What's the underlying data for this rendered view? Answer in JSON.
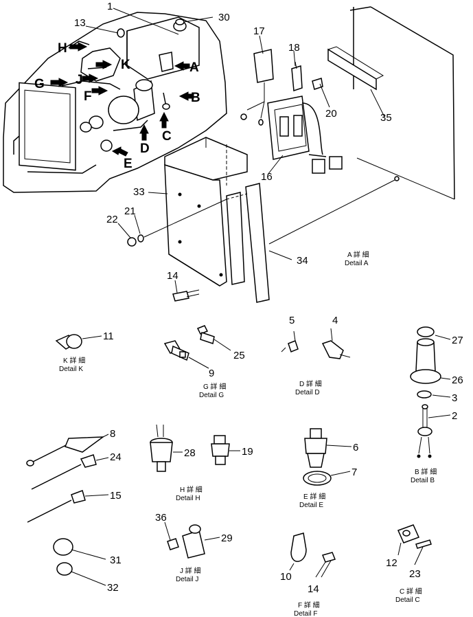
{
  "callouts": {
    "n1": "1",
    "n2": "2",
    "n3": "3",
    "n4": "4",
    "n5": "5",
    "n6": "6",
    "n7": "7",
    "n8": "8",
    "n9": "9",
    "n10": "10",
    "n11": "11",
    "n12": "12",
    "n13": "13",
    "n14a": "14",
    "n14b": "14",
    "n15": "15",
    "n16": "16",
    "n17": "17",
    "n18": "18",
    "n19": "19",
    "n20": "20",
    "n21": "21",
    "n22": "22",
    "n23": "23",
    "n24": "24",
    "n25": "25",
    "n26": "26",
    "n27": "27",
    "n28": "28",
    "n29": "29",
    "n30": "30",
    "n31": "31",
    "n32": "32",
    "n33": "33",
    "n34": "34",
    "n35": "35",
    "n36": "36"
  },
  "detail_letters": {
    "A": "A",
    "B": "B",
    "C": "C",
    "D": "D",
    "E": "E",
    "F": "F",
    "G": "G",
    "H": "H",
    "J": "J",
    "K": "K"
  },
  "details": {
    "A": {
      "jp": "A 詳 細",
      "en": "Detail A"
    },
    "B": {
      "jp": "B 詳 細",
      "en": "Detail B"
    },
    "C": {
      "jp": "C 詳 細",
      "en": "Detail C"
    },
    "D": {
      "jp": "D 詳 細",
      "en": "Detail D"
    },
    "E": {
      "jp": "E 詳 細",
      "en": "Detail E"
    },
    "F": {
      "jp": "F 詳 細",
      "en": "Detail F"
    },
    "G": {
      "jp": "G 詳 細",
      "en": "Detail G"
    },
    "H": {
      "jp": "H 詳 細",
      "en": "Detail H"
    },
    "J": {
      "jp": "J 詳 細",
      "en": "Detail J"
    },
    "K": {
      "jp": "K 詳 細",
      "en": "Detail K"
    }
  }
}
